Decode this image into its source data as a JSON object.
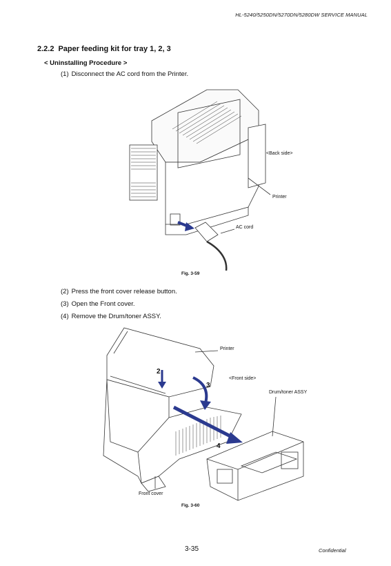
{
  "header": {
    "manual_title": "HL-5240/5250DN/5270DN/5280DW SERVICE MANUAL"
  },
  "section": {
    "number": "2.2.2",
    "title": "Paper feeding kit for tray 1, 2, 3"
  },
  "subsection": {
    "title": "< Uninstalling Procedure >"
  },
  "steps": [
    {
      "num": "(1)",
      "text": "Disconnect the AC cord from the Printer."
    },
    {
      "num": "(2)",
      "text": "Press the front cover release button."
    },
    {
      "num": "(3)",
      "text": "Open the Front cover."
    },
    {
      "num": "(4)",
      "text": "Remove the Drum/toner ASSY."
    }
  ],
  "figure1": {
    "caption": "Fig. 3-59",
    "labels": {
      "back_side": "<Back side>",
      "printer": "Printer",
      "ac_cord": "AC cord"
    }
  },
  "figure2": {
    "caption": "Fig. 3-60",
    "labels": {
      "printer": "Printer",
      "front_side": "<Front side>",
      "drum_toner": "Drum/toner ASSY",
      "front_cover": "Front cover",
      "callout_2": "2",
      "callout_3": "3",
      "callout_4": "4"
    }
  },
  "footer": {
    "page_number": "3-35",
    "confidential": "Confidential"
  },
  "colors": {
    "arrow_blue": "#2b3a8f",
    "line": "#333333"
  }
}
